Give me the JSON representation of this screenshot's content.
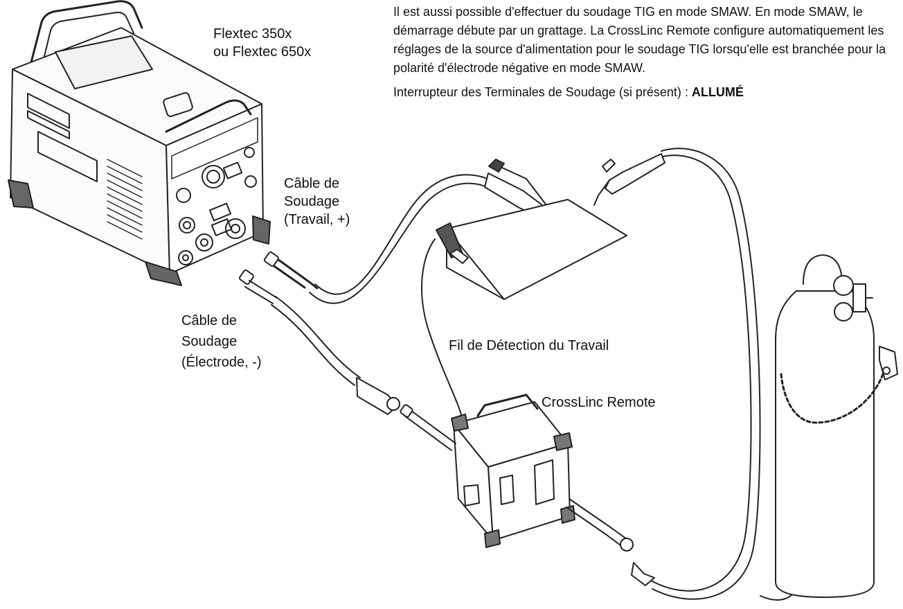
{
  "intro": {
    "paragraph": "Il est aussi possible d'effectuer du soudage TIG en mode SMAW. En mode SMAW, le démarrage débute par un grattage. La CrossLinc Remote configure automatiquement les réglages de la source d'alimentation pour le soudage TIG lorsqu'elle est branchée pour la polarité d'électrode négative en mode SMAW.",
    "switch_label": "Interrupteur des Terminales de Soudage (si présent) : ",
    "switch_value": "ALLUMÉ"
  },
  "labels": {
    "power_source_line1": "Flextec 350x",
    "power_source_line2": "ou Flextec 650x",
    "work_cable_line1": "Câble de",
    "work_cable_line2": "Soudage",
    "work_cable_line3": "(Travail, +)",
    "electrode_cable_line1": "Câble de",
    "electrode_cable_line2": "Soudage",
    "electrode_cable_line3": "(Électrode, -)",
    "sense_lead": "Fil de Détection du Travail",
    "remote": "CrossLinc Remote"
  }
}
